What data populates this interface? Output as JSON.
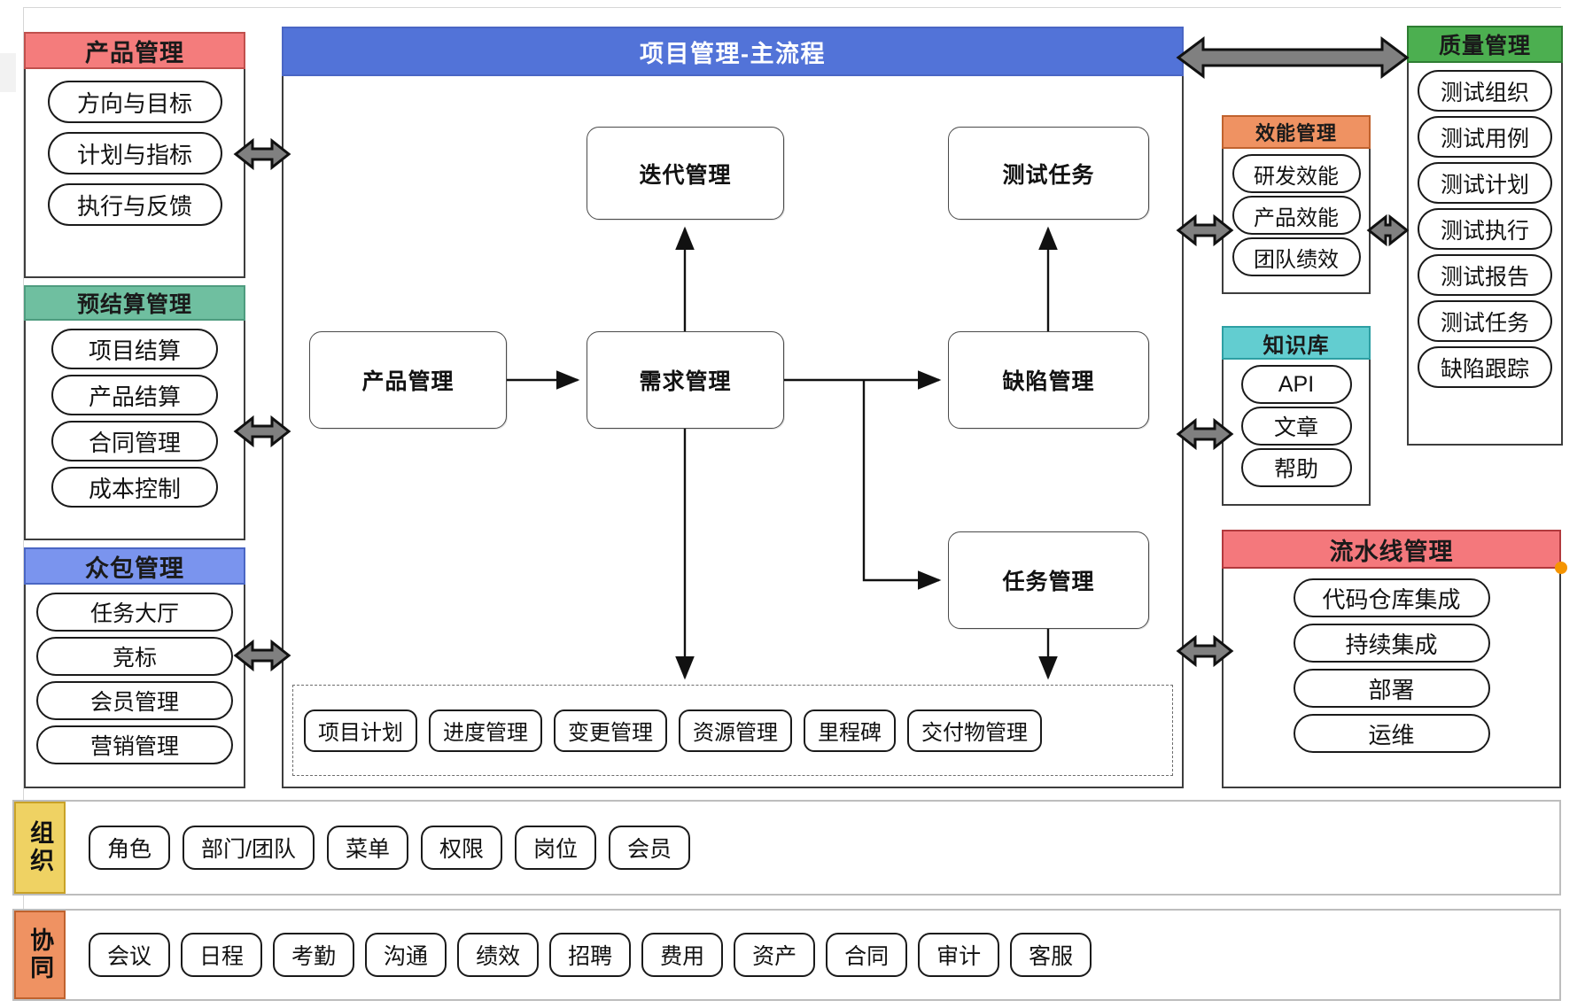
{
  "diagram": {
    "title": "项目管理-主流程",
    "colors": {
      "product": "#f47c7c",
      "budget": "#6fbfa0",
      "crowd": "#7a94ee",
      "flow_header": "#5273d8",
      "efficiency": "#ef9262",
      "knowledge": "#62cdd0",
      "quality": "#4caf50",
      "pipeline": "#f4787c",
      "org_tag": "#efd263",
      "collab_tag": "#ef9262",
      "marker_dot": "#f59400"
    }
  },
  "left_panels": [
    {
      "title": "产品管理",
      "items": [
        "方向与目标",
        "计划与指标",
        "执行与反馈"
      ]
    },
    {
      "title": "预结算管理",
      "items": [
        "项目结算",
        "产品结算",
        "合同管理",
        "成本控制"
      ]
    },
    {
      "title": "众包管理",
      "items": [
        "任务大厅",
        "竞标",
        "会员管理",
        "营销管理"
      ]
    }
  ],
  "flow": {
    "header": "项目管理-主流程",
    "nodes": [
      {
        "id": "iteration",
        "label": "迭代管理"
      },
      {
        "id": "test-task",
        "label": "测试任务"
      },
      {
        "id": "product",
        "label": "产品管理"
      },
      {
        "id": "requirement",
        "label": "需求管理"
      },
      {
        "id": "defect",
        "label": "缺陷管理"
      },
      {
        "id": "task",
        "label": "任务管理"
      }
    ],
    "sub_items": [
      "项目计划",
      "进度管理",
      "变更管理",
      "资源管理",
      "里程碑",
      "交付物管理"
    ]
  },
  "right_panels": [
    {
      "title": "效能管理",
      "items": [
        "研发效能",
        "产品效能",
        "团队绩效"
      ]
    },
    {
      "title": "知识库",
      "items": [
        "API",
        "文章",
        "帮助"
      ]
    },
    {
      "title": "流水线管理",
      "items": [
        "代码仓库集成",
        "持续集成",
        "部署",
        "运维"
      ]
    }
  ],
  "quality_panel": {
    "title": "质量管理",
    "items": [
      "测试组织",
      "测试用例",
      "测试计划",
      "测试执行",
      "测试报告",
      "测试任务",
      "缺陷跟踪"
    ]
  },
  "bottom_bars": [
    {
      "tag": "组织",
      "items": [
        "角色",
        "部门/团队",
        "菜单",
        "权限",
        "岗位",
        "会员"
      ]
    },
    {
      "tag": "协同",
      "items": [
        "会议",
        "日程",
        "考勤",
        "沟通",
        "绩效",
        "招聘",
        "费用",
        "资产",
        "合同",
        "审计",
        "客服"
      ]
    }
  ]
}
